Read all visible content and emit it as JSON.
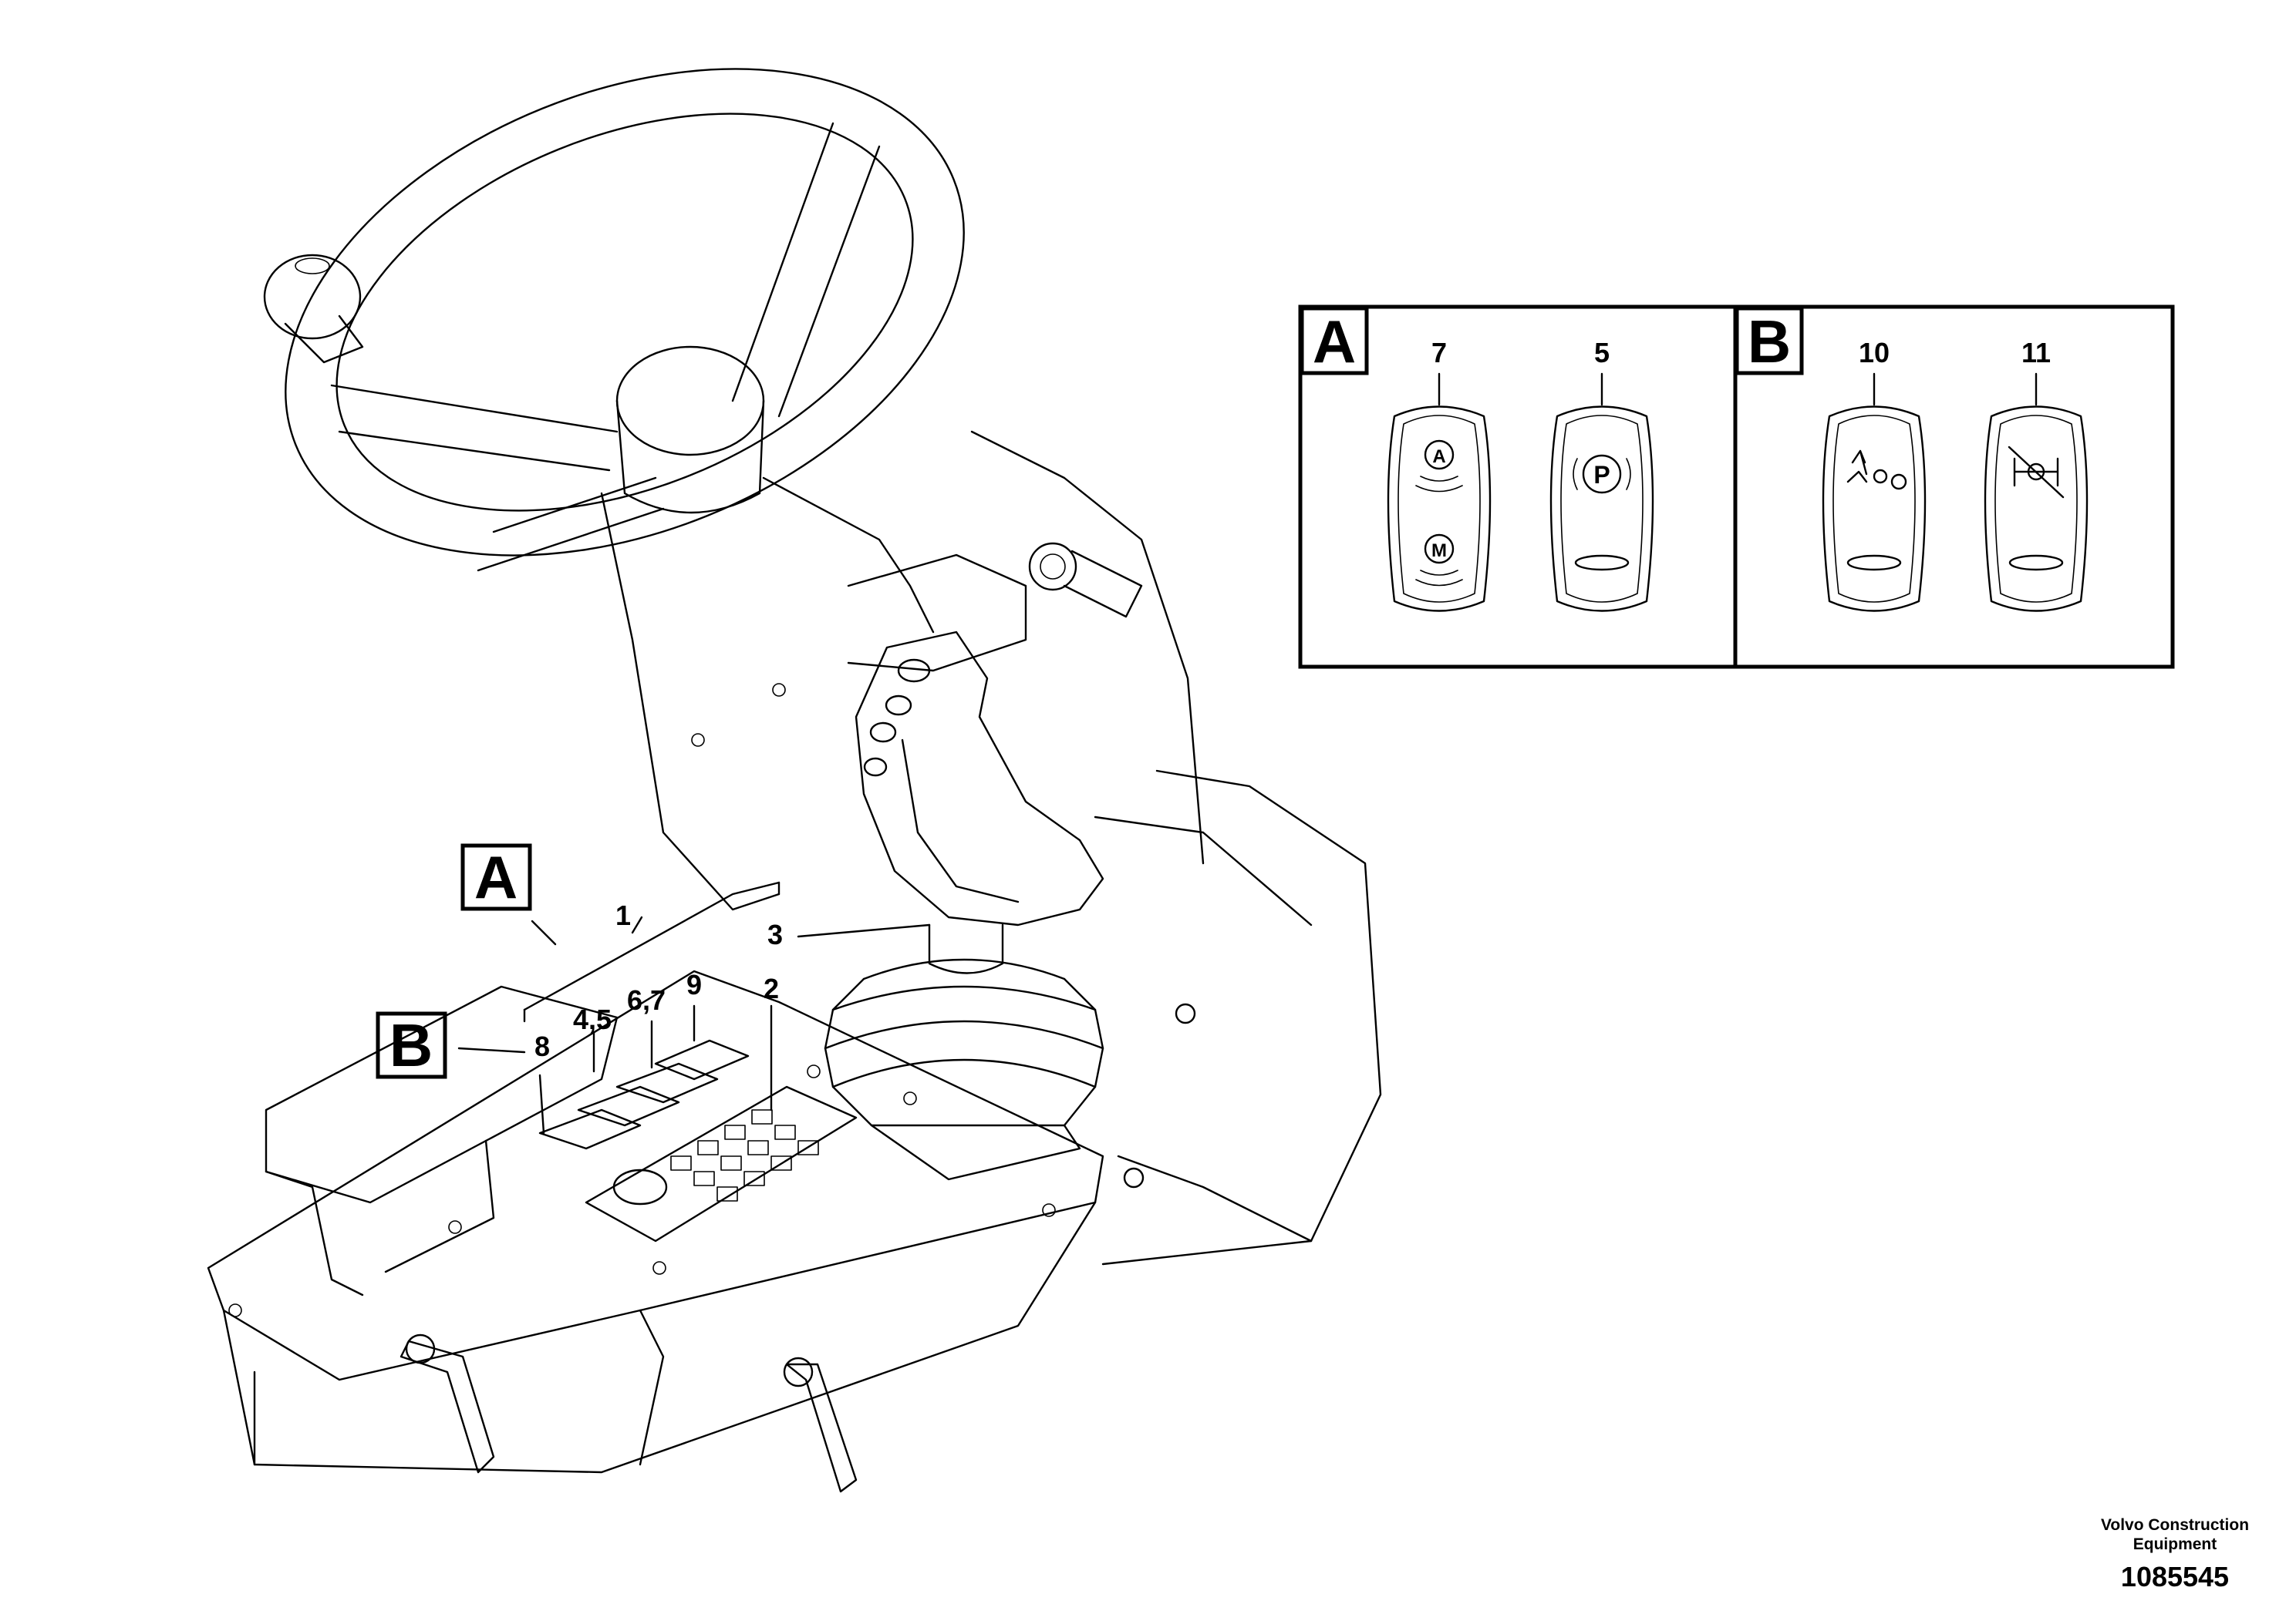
{
  "callouts": {
    "c1": "1",
    "c2": "2",
    "c3": "3",
    "c45": "4,5",
    "c67": "6,7",
    "c8": "8",
    "c9": "9"
  },
  "boxes": {
    "A": "A",
    "B": "B"
  },
  "detail_panels": {
    "panel_a": {
      "letter": "A",
      "switch_left": "7",
      "switch_right": "5"
    },
    "panel_b": {
      "letter": "B",
      "switch_left": "10",
      "switch_right": "11"
    }
  },
  "switch_icons": {
    "switch_7_top": "A",
    "switch_7_bottom": "M",
    "switch_5": "P"
  },
  "footer": {
    "company_line1": "Volvo Construction",
    "company_line2": "Equipment",
    "drawing_number": "1085545"
  }
}
